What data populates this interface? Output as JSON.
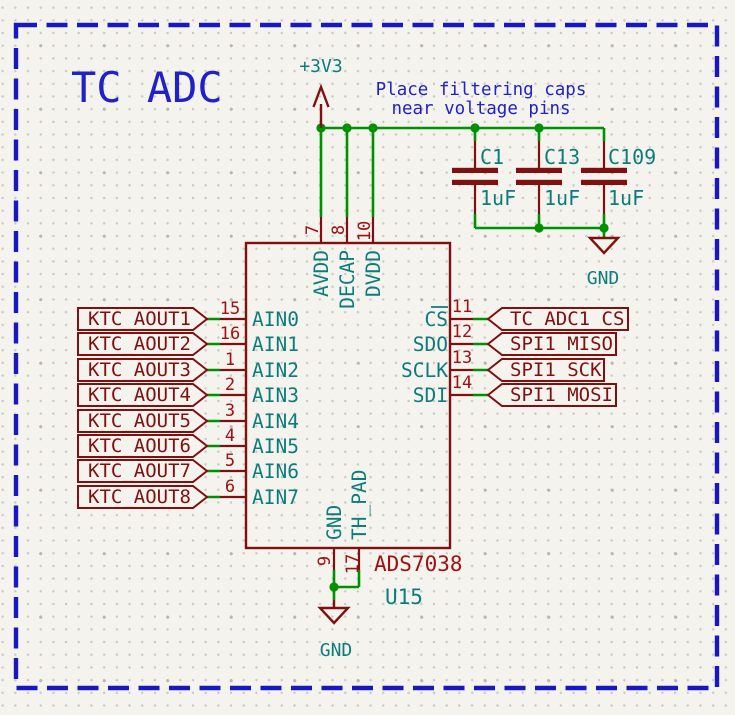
{
  "title": "TC ADC",
  "annotations": {
    "note_line1": "Place filtering caps",
    "note_line2": "near voltage pins"
  },
  "power": {
    "rail_label": "+3V3",
    "cap_gnd_label": "GND",
    "ic_gnd_label": "GND"
  },
  "ic": {
    "reference": "U15",
    "value": "ADS7038",
    "top_pins": [
      {
        "number": "7",
        "name": "AVDD"
      },
      {
        "number": "8",
        "name": "DECAP"
      },
      {
        "number": "10",
        "name": "DVDD"
      }
    ],
    "left_pins": [
      {
        "number": "15",
        "name": "AIN0"
      },
      {
        "number": "16",
        "name": "AIN1"
      },
      {
        "number": "1",
        "name": "AIN2"
      },
      {
        "number": "2",
        "name": "AIN3"
      },
      {
        "number": "3",
        "name": "AIN4"
      },
      {
        "number": "4",
        "name": "AIN5"
      },
      {
        "number": "5",
        "name": "AIN6"
      },
      {
        "number": "6",
        "name": "AIN7"
      }
    ],
    "right_pins": [
      {
        "number": "11",
        "name": "CS"
      },
      {
        "number": "12",
        "name": "SDO"
      },
      {
        "number": "13",
        "name": "SCLK"
      },
      {
        "number": "14",
        "name": "SDI"
      }
    ],
    "bottom_pins": [
      {
        "number": "9",
        "name": "GND"
      },
      {
        "number": "17",
        "name": "TH_PAD"
      }
    ]
  },
  "hierarchical_labels": {
    "left": [
      "KTC_AOUT1",
      "KTC_AOUT2",
      "KTC_AOUT3",
      "KTC_AOUT4",
      "KTC_AOUT5",
      "KTC_AOUT6",
      "KTC_AOUT7",
      "KTC_AOUT8"
    ],
    "right": [
      "TC_ADC1_CS",
      "SPI1_MISO",
      "SPI1_SCK",
      "SPI1_MOSI"
    ]
  },
  "capacitors": [
    {
      "reference": "C1",
      "value": "1uF"
    },
    {
      "reference": "C13",
      "value": "1uF"
    },
    {
      "reference": "C109",
      "value": "1uF"
    }
  ],
  "colors": {
    "background": "#F4F3EE",
    "wire_green": "#009100",
    "symbol_red": "#801010",
    "pin_number_red": "#A01010",
    "pin_name_teal": "#0E7C7C",
    "note_blue": "#2121C8",
    "border_blue": "#1818C0"
  }
}
